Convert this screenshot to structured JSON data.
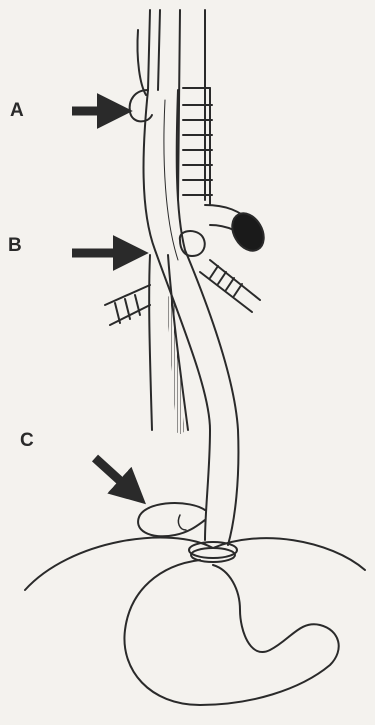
{
  "figure": {
    "labels": {
      "a": "A",
      "b": "B",
      "c": "C"
    }
  },
  "colors": {
    "ink": "#2a2a2a",
    "background": "#f4f2ee"
  }
}
